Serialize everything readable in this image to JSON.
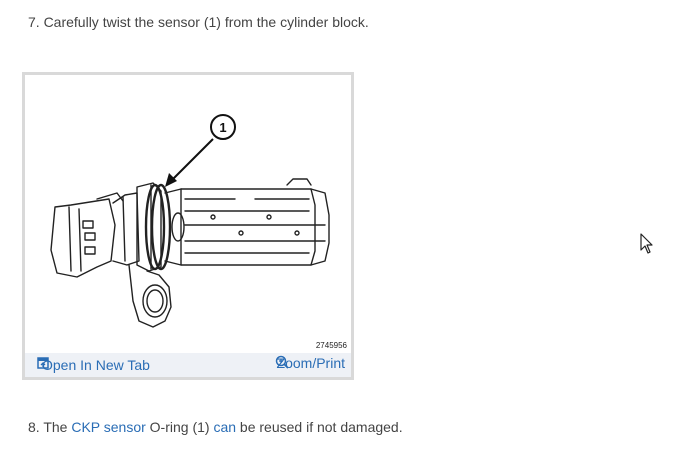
{
  "step7": {
    "text": "7. Carefully twist the sensor (1) from the cylinder block."
  },
  "figure": {
    "callout": "1",
    "figure_id": "2745956",
    "open_tab_label": "Open In New Tab",
    "zoom_label": "Zoom/Print",
    "icons": [
      "open-in-new-tab-icon",
      "zoom-in-icon"
    ]
  },
  "step8": {
    "prefix": "8. The ",
    "link1": "CKP sensor",
    "middle": " O-ring (1) ",
    "link2": "can",
    "suffix": " be reused if not damaged."
  },
  "colors": {
    "link": "#2a6db5",
    "text": "#444444",
    "figure_bar": "#eef1f6",
    "figure_border": "#d9d9d9"
  }
}
